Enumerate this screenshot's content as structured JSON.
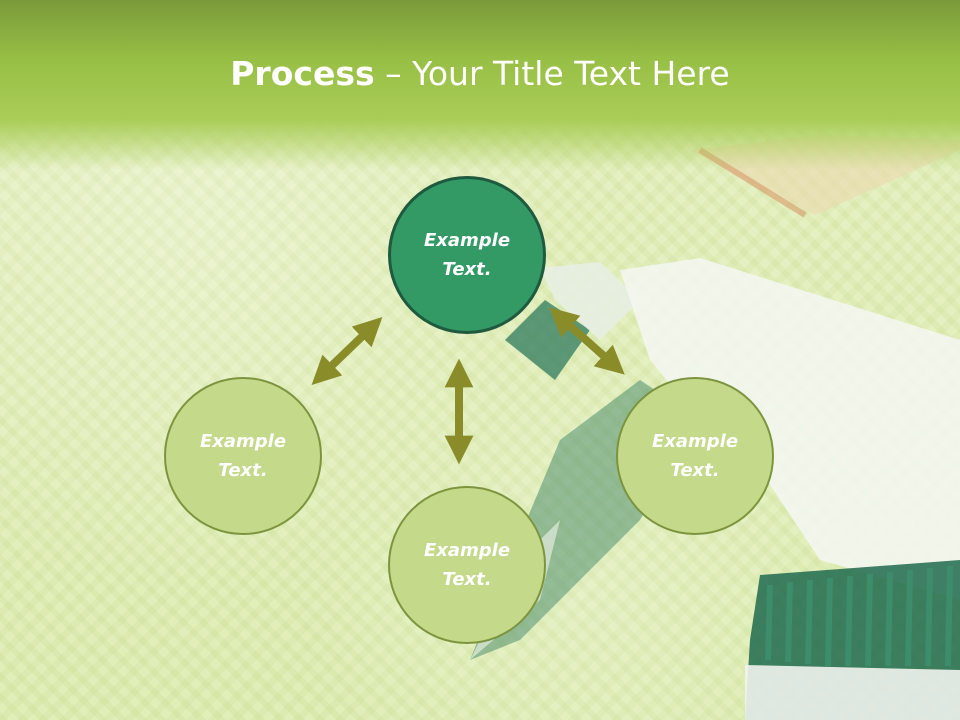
{
  "slide": {
    "title_bold": "Process",
    "title_rest": " – Your Title Text Here"
  },
  "nodes": {
    "top": "Example Text.",
    "left": "Example Text.",
    "right": "Example Text.",
    "bottom": "Example Text."
  },
  "colors": {
    "header_green": "#98bf45",
    "node_light": "#c4d98a",
    "node_dark": "#339a66",
    "arrow": "#8a8c2a"
  }
}
